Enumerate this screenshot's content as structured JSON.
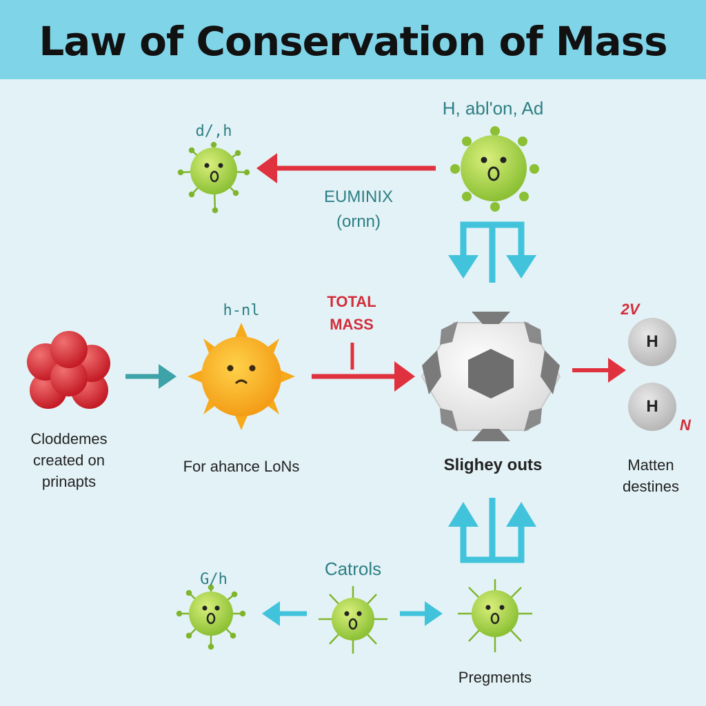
{
  "header": {
    "title": "Law of Conservation of Mass",
    "background": "#80d4e8"
  },
  "colors": {
    "background": "#e3f2f6",
    "arrow_red": "#e0323e",
    "arrow_teal": "#3ea3a8",
    "arrow_cyan": "#42c3dc",
    "germ_green": "#9ccc3a",
    "sun_orange": "#f7a91c"
  },
  "top": {
    "left_germ_label": "d/,h",
    "right_germ_label": "H, abl'on, Ad",
    "arrow_label_line1": "EUMINIX",
    "arrow_label_line2": "(ornn)"
  },
  "middle": {
    "sun_label": "h-nl",
    "total_mass_line1": "TOTAL",
    "total_mass_line2": "MASS",
    "molecule_caption_line1": "Cloddemes",
    "molecule_caption_line2": "created on",
    "molecule_caption_line3": "prinapts",
    "sun_caption": "For ahance LoNs",
    "ball_caption": "Slighey outs",
    "h_atom_top": "H",
    "h_atom_bottom": "H",
    "h_top_mark": "2V",
    "h_bottom_mark": "N",
    "right_caption_line1": "Matten",
    "right_caption_line2": "destines"
  },
  "bottom": {
    "left_germ_label": "G/h",
    "center_label": "Catrols",
    "caption": "Pregments"
  }
}
